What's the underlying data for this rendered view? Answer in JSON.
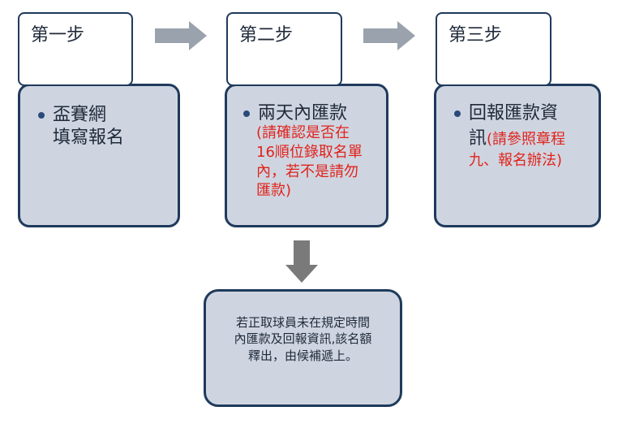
{
  "steps": [
    {
      "title": "第一步",
      "content": {
        "black_lines": [
          "盃賽網",
          "填寫報名"
        ],
        "red_lines": []
      }
    },
    {
      "title": "第二步",
      "content": {
        "black_lines": [
          "兩天內匯款"
        ],
        "red_lines": [
          "(請確認是否在",
          "16順位錄取名單",
          "內，若不是請勿",
          "匯款)"
        ]
      }
    },
    {
      "title": "第三步",
      "content": {
        "black_lines": [
          "回報匯款資"
        ],
        "mixed_line": {
          "black": "訊",
          "red": "(請參照章程"
        },
        "red_lines": [
          "九、報名辦法)"
        ]
      }
    }
  ],
  "note": {
    "lines": [
      "若正取球員未在規定時間",
      "內匯款及回報資訊,該名額",
      "釋出，由候補遞上。"
    ]
  },
  "colors": {
    "box_fill": "#cfd5e0",
    "box_border": "#1f3a5c",
    "arrow_fill": "#9aa2ad",
    "arrow_down": "#7a7a7a",
    "bullet": "#2b4a7a",
    "red_text": "#e0231c"
  }
}
